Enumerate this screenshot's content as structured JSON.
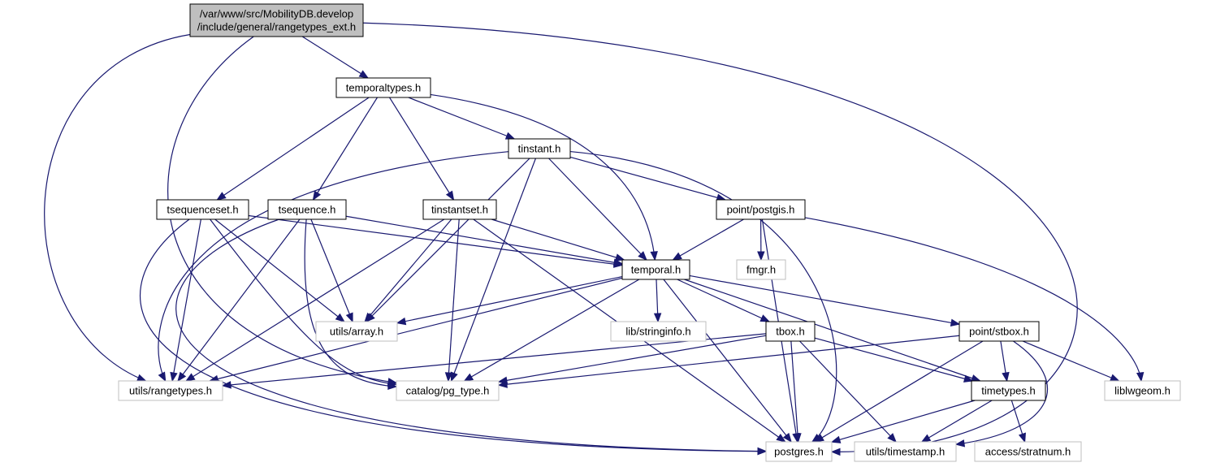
{
  "colors": {
    "edge": "#191970",
    "node_border": "#000000",
    "external_border": "#bfbfbf",
    "focus_fill": "#bfbfbf",
    "node_fill": "#ffffff"
  },
  "nodes": [
    {
      "id": "root",
      "label": "/var/www/src/MobilityDB.develop\n/include/general/rangetypes_ext.h",
      "style": "focus"
    },
    {
      "id": "temporaltypes",
      "label": "temporaltypes.h",
      "style": "internal"
    },
    {
      "id": "tinstant",
      "label": "tinstant.h",
      "style": "internal"
    },
    {
      "id": "tsequenceset",
      "label": "tsequenceset.h",
      "style": "internal"
    },
    {
      "id": "tsequence",
      "label": "tsequence.h",
      "style": "internal"
    },
    {
      "id": "tinstantset",
      "label": "tinstantset.h",
      "style": "internal"
    },
    {
      "id": "postgis",
      "label": "point/postgis.h",
      "style": "internal"
    },
    {
      "id": "fmgr",
      "label": "fmgr.h",
      "style": "external"
    },
    {
      "id": "temporal",
      "label": "temporal.h",
      "style": "internal"
    },
    {
      "id": "utils_array",
      "label": "utils/array.h",
      "style": "external"
    },
    {
      "id": "stringinfo",
      "label": "lib/stringinfo.h",
      "style": "external"
    },
    {
      "id": "tbox",
      "label": "tbox.h",
      "style": "internal"
    },
    {
      "id": "stbox",
      "label": "point/stbox.h",
      "style": "internal"
    },
    {
      "id": "rangetypes",
      "label": "utils/rangetypes.h",
      "style": "external"
    },
    {
      "id": "pg_type",
      "label": "catalog/pg_type.h",
      "style": "external"
    },
    {
      "id": "timetypes",
      "label": "timetypes.h",
      "style": "internal"
    },
    {
      "id": "liblwgeom",
      "label": "liblwgeom.h",
      "style": "external"
    },
    {
      "id": "postgres",
      "label": "postgres.h",
      "style": "external"
    },
    {
      "id": "timestamp",
      "label": "utils/timestamp.h",
      "style": "external"
    },
    {
      "id": "stratnum",
      "label": "access/stratnum.h",
      "style": "external"
    }
  ],
  "edges": [
    {
      "from": "root",
      "to": "temporaltypes"
    },
    {
      "from": "root",
      "to": "rangetypes"
    },
    {
      "from": "root",
      "to": "pg_type"
    },
    {
      "from": "root",
      "to": "postgres"
    },
    {
      "from": "temporaltypes",
      "to": "tinstant"
    },
    {
      "from": "temporaltypes",
      "to": "tsequenceset"
    },
    {
      "from": "temporaltypes",
      "to": "tsequence"
    },
    {
      "from": "temporaltypes",
      "to": "tinstantset"
    },
    {
      "from": "temporaltypes",
      "to": "temporal"
    },
    {
      "from": "tinstant",
      "to": "postgis"
    },
    {
      "from": "tinstant",
      "to": "temporal"
    },
    {
      "from": "tinstant",
      "to": "utils_array"
    },
    {
      "from": "tinstant",
      "to": "rangetypes"
    },
    {
      "from": "tinstant",
      "to": "pg_type"
    },
    {
      "from": "tinstant",
      "to": "postgres"
    },
    {
      "from": "tsequenceset",
      "to": "temporal"
    },
    {
      "from": "tsequenceset",
      "to": "utils_array"
    },
    {
      "from": "tsequenceset",
      "to": "rangetypes"
    },
    {
      "from": "tsequenceset",
      "to": "pg_type"
    },
    {
      "from": "tsequenceset",
      "to": "postgres"
    },
    {
      "from": "tsequence",
      "to": "temporal"
    },
    {
      "from": "tsequence",
      "to": "utils_array"
    },
    {
      "from": "tsequence",
      "to": "rangetypes"
    },
    {
      "from": "tsequence",
      "to": "pg_type"
    },
    {
      "from": "tsequence",
      "to": "postgres"
    },
    {
      "from": "tinstantset",
      "to": "temporal"
    },
    {
      "from": "tinstantset",
      "to": "utils_array"
    },
    {
      "from": "tinstantset",
      "to": "rangetypes"
    },
    {
      "from": "tinstantset",
      "to": "pg_type"
    },
    {
      "from": "tinstantset",
      "to": "postgres"
    },
    {
      "from": "postgis",
      "to": "temporal"
    },
    {
      "from": "postgis",
      "to": "fmgr"
    },
    {
      "from": "postgis",
      "to": "liblwgeom"
    },
    {
      "from": "postgis",
      "to": "postgres"
    },
    {
      "from": "temporal",
      "to": "utils_array"
    },
    {
      "from": "temporal",
      "to": "stringinfo"
    },
    {
      "from": "temporal",
      "to": "tbox"
    },
    {
      "from": "temporal",
      "to": "stbox"
    },
    {
      "from": "temporal",
      "to": "timetypes"
    },
    {
      "from": "temporal",
      "to": "rangetypes"
    },
    {
      "from": "temporal",
      "to": "pg_type"
    },
    {
      "from": "temporal",
      "to": "postgres"
    },
    {
      "from": "tbox",
      "to": "timetypes"
    },
    {
      "from": "tbox",
      "to": "rangetypes"
    },
    {
      "from": "tbox",
      "to": "pg_type"
    },
    {
      "from": "tbox",
      "to": "postgres"
    },
    {
      "from": "tbox",
      "to": "timestamp"
    },
    {
      "from": "stbox",
      "to": "timetypes"
    },
    {
      "from": "stbox",
      "to": "pg_type"
    },
    {
      "from": "stbox",
      "to": "liblwgeom"
    },
    {
      "from": "stbox",
      "to": "postgres"
    },
    {
      "from": "stbox",
      "to": "timestamp"
    },
    {
      "from": "timetypes",
      "to": "postgres"
    },
    {
      "from": "timetypes",
      "to": "timestamp"
    },
    {
      "from": "timetypes",
      "to": "stratnum"
    }
  ]
}
